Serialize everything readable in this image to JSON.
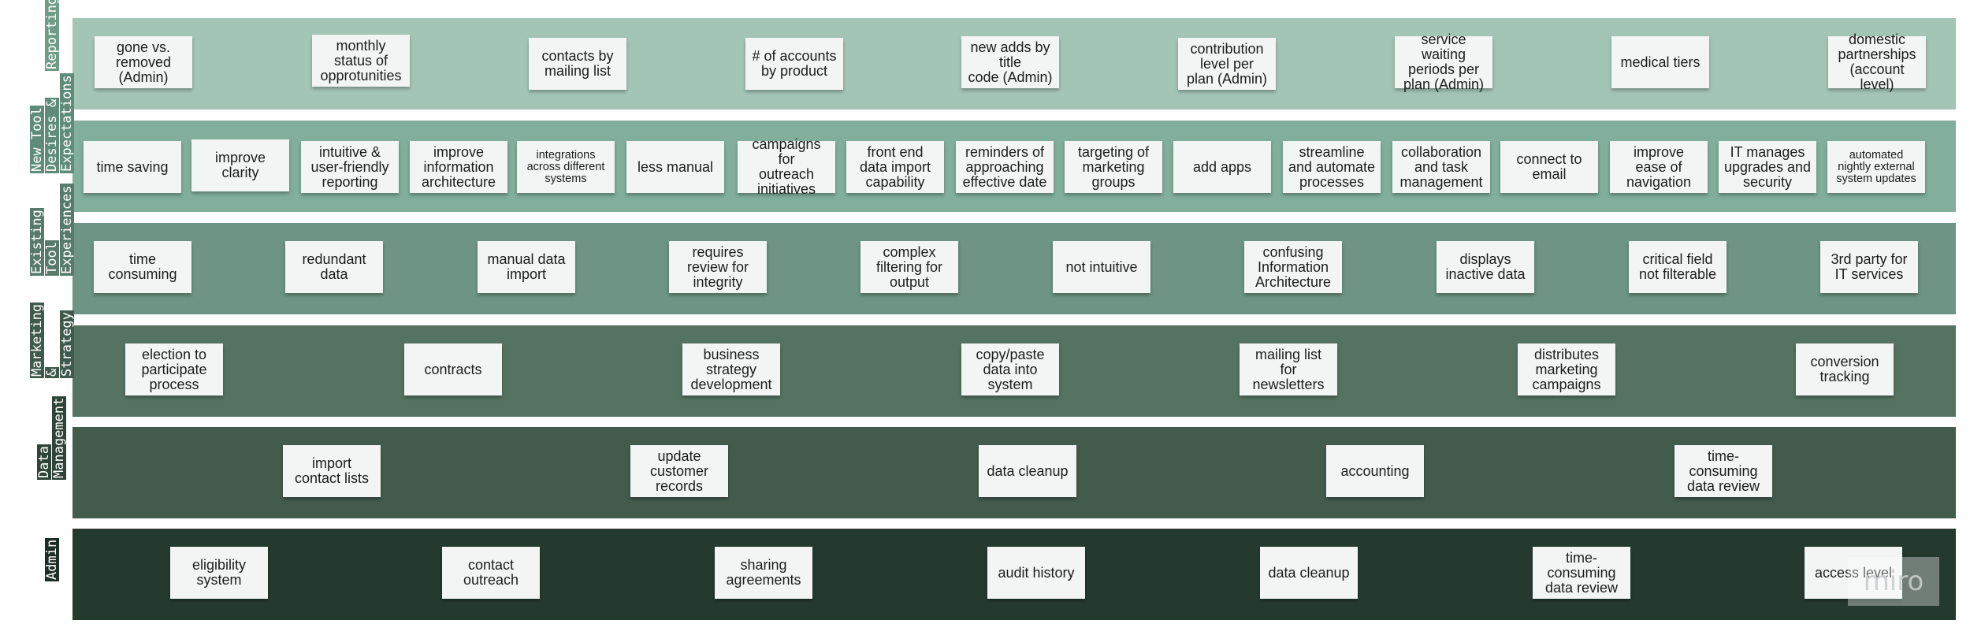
{
  "board": {
    "watermark": "miro",
    "lanes": [
      {
        "id": "reporting",
        "label_lines": [
          "Reporting"
        ],
        "color": "#a3c5b6",
        "tag_color": "#6e9c87",
        "notes": [
          "gone vs.\nremoved\n(Admin)",
          "monthly\nstatus of\nopprotunities",
          "contacts by\nmailing list",
          "# of accounts\nby product",
          "new adds by\ntitle\ncode (Admin)",
          "contribution\nlevel per\nplan (Admin)",
          "service waiting\nperiods per\nplan (Admin)",
          "medical tiers",
          "domestic\npartnerships\n(account level)"
        ]
      },
      {
        "id": "new-tool",
        "label_lines": [
          "New Tool",
          "Desires &",
          "Expectations"
        ],
        "color": "#81ae9d",
        "tag_color": "#5e8c79",
        "notes": [
          "time saving",
          "improve\nclarity",
          "intuitive &\nuser-friendly\nreporting",
          "improve\ninformation\narchitecture",
          "integrations\nacross different\nsystems",
          "less manual",
          "campaigns for\noutreach\ninitiatives",
          "front end\ndata import\ncapability",
          "reminders of\napproaching\neffective date",
          "targeting of\nmarketing\ngroups",
          "add apps",
          "streamline\nand automate\nprocesses",
          "collaboration\nand task\nmanagement",
          "connect to\nemail",
          "improve\nease of\nnavigation",
          "IT manages\nupgrades and\nsecurity",
          "automated\nnightly external\nsystem updates"
        ]
      },
      {
        "id": "existing-tool",
        "label_lines": [
          "Existing",
          "Tool",
          "Experiences"
        ],
        "color": "#6d9484",
        "tag_color": "#577a6c",
        "notes": [
          "time\nconsuming",
          "redundant\ndata",
          "manual data\nimport",
          "requires\nreview for\nintegrity",
          "complex\nfiltering  for\noutput",
          "not intuitive",
          "confusing\nInformation\nArchitecture",
          "displays\ninactive  data",
          "critical field\nnot filterable",
          "3rd party for\nIT services"
        ]
      },
      {
        "id": "marketing",
        "label_lines": [
          "Marketing",
          "&",
          "Strategy"
        ],
        "color": "#557363",
        "tag_color": "#3f5a4c",
        "notes": [
          "election to\nparticipate\nprocess",
          "contracts",
          "business\nstrategy\ndevelopment",
          "copy/paste\ndata into\nsystem",
          "mailing list\nfor\nnewsletters",
          "distributes\nmarketing\ncampaigns",
          "conversion\ntracking"
        ]
      },
      {
        "id": "data-management",
        "label_lines": [
          "Data",
          "Management"
        ],
        "color": "#435b4d",
        "tag_color": "#2f4438",
        "notes": [
          "import\ncontact lists",
          "update\ncustomer\nrecords",
          "data cleanup",
          "accounting",
          "time-\nconsuming\ndata review"
        ]
      },
      {
        "id": "admin",
        "label_lines": [
          "Admin"
        ],
        "color": "#243a2f",
        "tag_color": "#1c2f25",
        "notes": [
          "eligibility\nsystem",
          "contact\noutreach",
          "sharing\nagreements",
          "audit history",
          "data cleanup",
          "time-\nconsuming\ndata review",
          "access level"
        ]
      }
    ]
  }
}
